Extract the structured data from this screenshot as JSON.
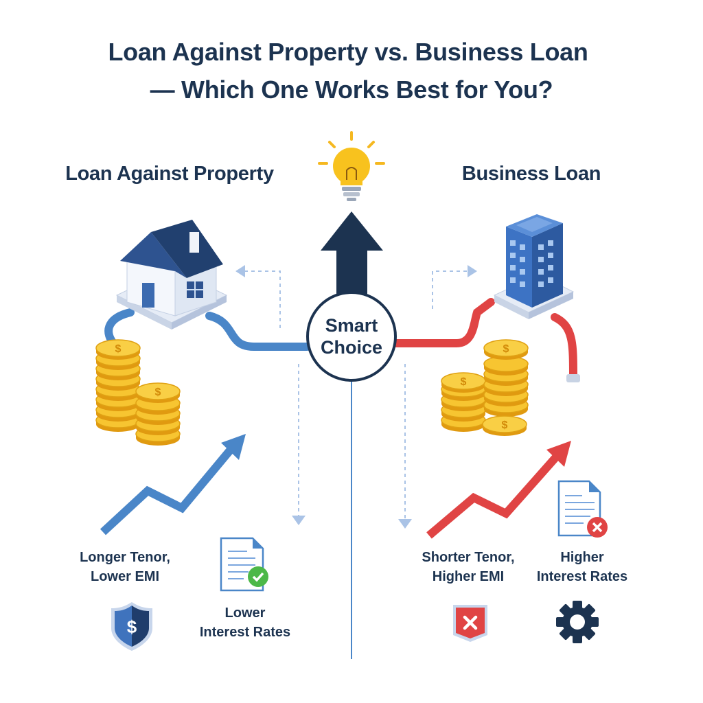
{
  "title": {
    "line1": "Loan Against Property vs. Business Loan",
    "line2": "— Which One Works Best for You?"
  },
  "left": {
    "heading": "Loan Against Property",
    "benefit1": {
      "line1": "Longer Tenor,",
      "line2": "Lower EMI"
    },
    "benefit2": {
      "line1": "Lower",
      "line2": "Interest Rates"
    },
    "icons": [
      "house-icon",
      "coins-icon",
      "trend-up-icon",
      "document-check-icon",
      "shield-dollar-icon"
    ],
    "color": "#4a86c8"
  },
  "right": {
    "heading": "Business Loan",
    "point1": {
      "line1": "Shorter Tenor,",
      "line2": "Higher EMI"
    },
    "point2": {
      "line1": "Higher",
      "line2": "Interest Rates"
    },
    "icons": [
      "office-building-icon",
      "coins-icon",
      "trend-up-icon",
      "document-x-icon",
      "shield-x-icon",
      "gear-icon"
    ],
    "color": "#e04444"
  },
  "center": {
    "line1": "Smart",
    "line2": "Choice",
    "icons": [
      "lightbulb-icon",
      "arrow-up-icon"
    ]
  },
  "colors": {
    "navy": "#1c3350",
    "gold": "#f5b820",
    "green": "#4cb848"
  }
}
